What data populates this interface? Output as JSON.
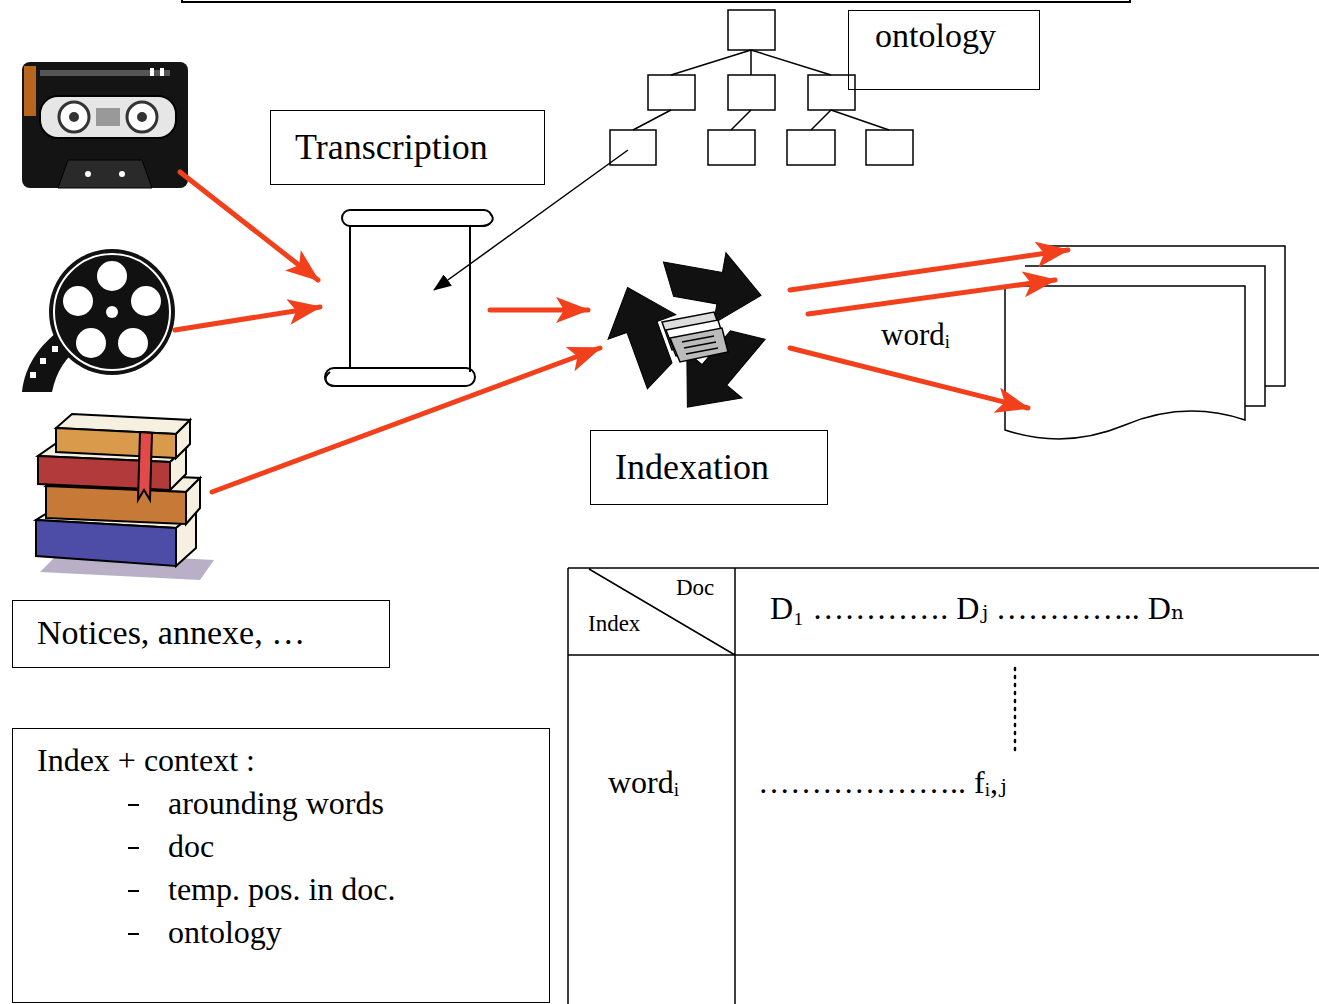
{
  "diagram": {
    "nodes": [
      {
        "text": [
          "ontology"
        ]
      },
      {
        "text": [
          "Transcription"
        ]
      },
      {
        "text": [
          "Indexation"
        ]
      },
      {
        "text": [
          "Notices, annexe, …"
        ]
      },
      {
        "text": [
          "Index + context :",
          "arounding words",
          "doc",
          "temp. pos. in doc.",
          "ontology"
        ]
      }
    ],
    "labels": [
      "wordᵢ",
      "Index",
      "Doc",
      "D₁ …………. Dⱼ ………….. Dₙ",
      "wordᵢ",
      "……………….. fᵢ,ⱼ"
    ]
  }
}
